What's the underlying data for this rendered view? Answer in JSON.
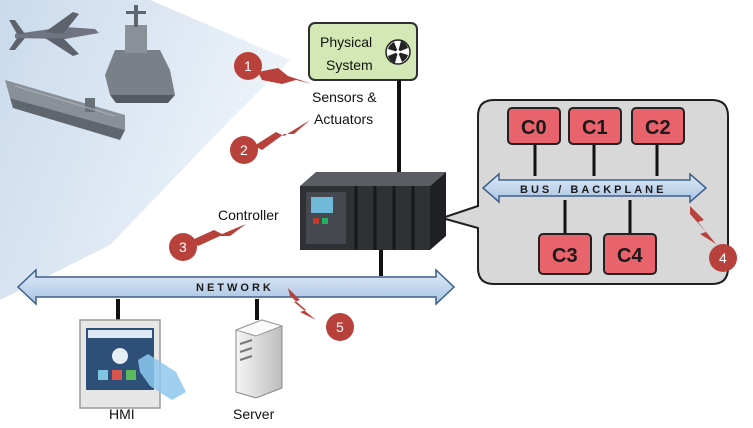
{
  "physical_system": {
    "label_line1": "Physical",
    "label_line2": "System",
    "icon": "fan-icon"
  },
  "sensors_actuators": {
    "line1": "Sensors &",
    "line2": "Actuators"
  },
  "controller": {
    "label": "Controller"
  },
  "network": {
    "label": "NETWORK"
  },
  "bus": {
    "label": "BUS / BACKPLANE"
  },
  "cores": [
    "C0",
    "C1",
    "C2",
    "C3",
    "C4"
  ],
  "endpoints": {
    "hmi": "HMI",
    "server": "Server"
  },
  "callouts": [
    "1",
    "2",
    "3",
    "4",
    "5"
  ],
  "vehicles": [
    "fighter-jet",
    "destroyer-ship",
    "aircraft-carrier"
  ],
  "colors": {
    "core_fill": "#e8636b",
    "physical_fill": "#d3e8b4",
    "arrow_fill": "#c7daf0",
    "callout": "#b8413c",
    "panel": "#d8d8d8"
  }
}
